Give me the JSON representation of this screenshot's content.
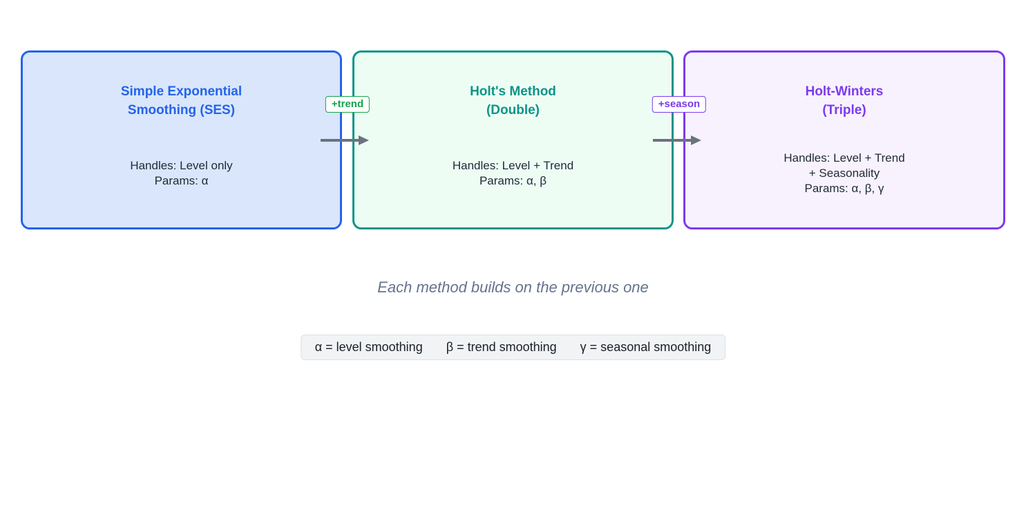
{
  "diagram": {
    "nodes": [
      {
        "id": "ses",
        "title": "Simple Exponential\nSmoothing (SES)",
        "body": "Handles: Level only\nParams: α",
        "border_color": "#2563eb",
        "fill_color": "#d9e6fb",
        "title_color": "#2563eb"
      },
      {
        "id": "holt",
        "title": "Holt's Method\n(Double)",
        "body": "Handles: Level + Trend\nParams: α, β",
        "border_color": "#0d9488",
        "fill_color": "#edfdf4",
        "title_color": "#0d9488"
      },
      {
        "id": "holt-winters",
        "title": "Holt-Winters\n(Triple)",
        "body": "Handles: Level + Trend\n+ Seasonality\nParams: α, β, γ",
        "border_color": "#7c3aed",
        "fill_color": "#f7f2fe",
        "title_color": "#7c3aed"
      }
    ],
    "arrows": [
      {
        "label": "+trend",
        "label_color": "#16a34a",
        "line_color": "#6b7280"
      },
      {
        "label": "+season",
        "label_color": "#7c3aed",
        "line_color": "#6b7280"
      }
    ],
    "caption": "Each method builds on the previous one",
    "legend": {
      "items": [
        "α = level smoothing",
        "β = trend smoothing",
        "γ = seasonal smoothing"
      ]
    }
  }
}
